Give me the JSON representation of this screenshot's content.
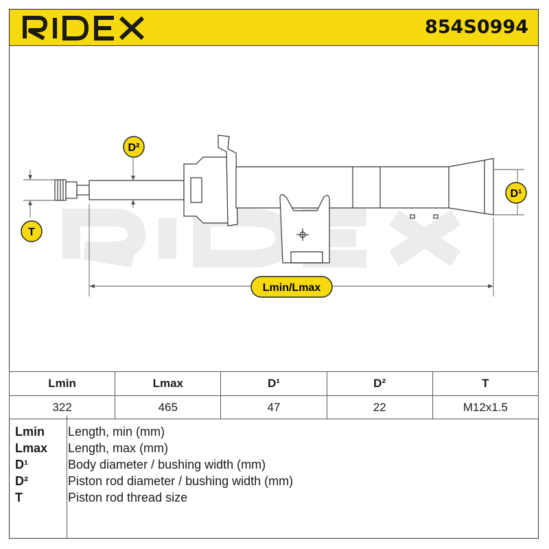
{
  "header": {
    "brand": "RIDEX",
    "part_number": "854S0994",
    "brand_color": "#1a1a1a",
    "header_bg": "#f6d90f"
  },
  "diagram": {
    "labels": {
      "d2": "D²",
      "d1": "D¹",
      "t": "T",
      "length": "Lmin/Lmax"
    },
    "watermark": "RIDEX",
    "label_bg": "#f6d90f"
  },
  "table": {
    "headers": [
      "Lmin",
      "Lmax",
      "D¹",
      "D²",
      "T"
    ],
    "values": [
      "322",
      "465",
      "47",
      "22",
      "M12x1.5"
    ]
  },
  "legend": [
    {
      "key": "Lmin",
      "desc": "Length, min (mm)"
    },
    {
      "key": "Lmax",
      "desc": "Length, max (mm)"
    },
    {
      "key": "D¹",
      "desc": "Body diameter / bushing width (mm)"
    },
    {
      "key": "D²",
      "desc": "Piston rod diameter / bushing width (mm)"
    },
    {
      "key": "T",
      "desc": "Piston rod thread size"
    }
  ]
}
